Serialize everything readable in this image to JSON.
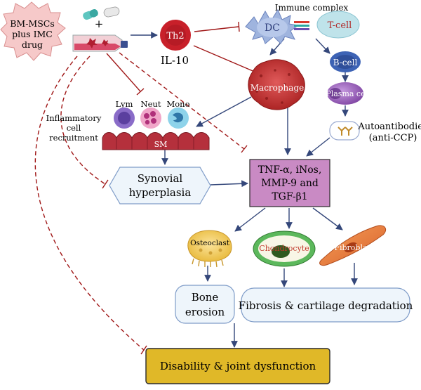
{
  "labels": {
    "msc_line1": "BM-MSCs",
    "msc_line2": "plus IMC",
    "msc_line3": "drug",
    "plus": "+",
    "th2": "Th2",
    "il10": "IL-10",
    "immune_complex": "Immune complex",
    "dc": "DC",
    "tcell": "T-cell",
    "bcell": "B-cell",
    "macrophage": "Macrophage",
    "plasma_cell": "Plasma cell",
    "autoantibodies": "Autoantibodies",
    "anti_ccp": "(anti-CCP)",
    "lym": "Lym",
    "neut": "Neut",
    "mono": "Mono",
    "inflam_line1": "Inflammatory",
    "inflam_line2": "cell",
    "inflam_line3": "recruitment",
    "sm": "SM",
    "synovial_line1": "Synovial",
    "synovial_line2": "hyperplasia",
    "cytokine_line1": "TNF-α, iNos,",
    "cytokine_line2": "MMP-9 and",
    "cytokine_line3": "TGF-β1",
    "osteoclast": "Osteoclast",
    "chondrocyte": "Chondrocyte",
    "fibroblast": "Fibroblast",
    "bone_line1": "Bone",
    "bone_line2": "erosion",
    "fibrosis": "Fibrosis & cartilage degradation",
    "disability": "Disability & joint dysfunction"
  },
  "colors": {
    "arrow": "#34477a",
    "inhibit": "#a01818",
    "th2": "#c8202a",
    "dc": "#9fb4de",
    "tcell": "#bfe3ea",
    "bcell": "#3d63b5",
    "macrophage": "#c93a3a",
    "plasma": "#8a4fae",
    "cytokine_box": "#c98ac4",
    "disability_box": "#e0b828",
    "sm": "#b5303c",
    "burst": "#f6c9c9"
  }
}
